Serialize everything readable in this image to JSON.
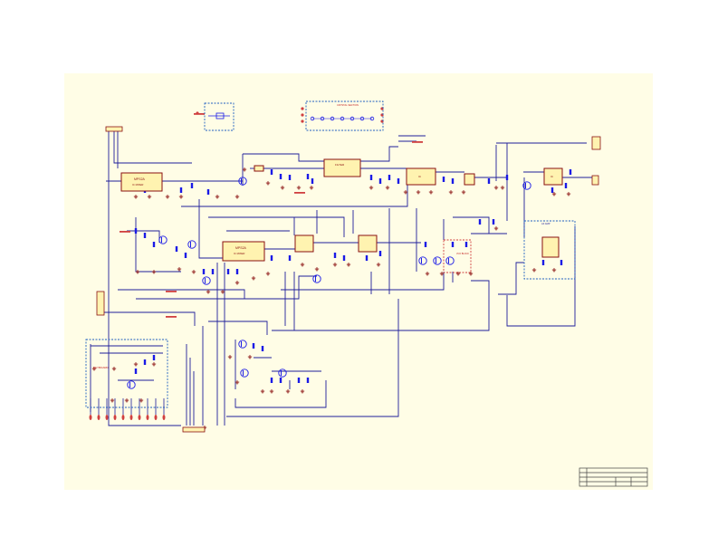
{
  "document": {
    "type": "electronic schematic",
    "colors": {
      "page_background": "#ffffff",
      "sheet_background": "#fffde6",
      "wire": "#1f1f9a",
      "component": "#1a1ae6",
      "ic_fill": "#fff3b0",
      "ic_stroke": "#8a1010",
      "ground": "#8b1010",
      "label_red": "#c02020",
      "dashed_group": "#2060c0",
      "dashed_red": "#d04040",
      "title_block": "#444444"
    }
  },
  "labels": {
    "ic_main_left": "MPS2A",
    "ic_main_left_sub": "IC MIXER",
    "ic_mid": "MPS2A",
    "ic_mid_sub": "IC MIXER",
    "ic_filter": "FILTER",
    "ic_right": "IC",
    "ic_far_right": "IC",
    "group_left_bottom": "KEYBOARD",
    "group_top_center": "CRYSTAL SECTION",
    "group_right_middle": "AF AMP",
    "group_red": "VCO BLOCK"
  }
}
